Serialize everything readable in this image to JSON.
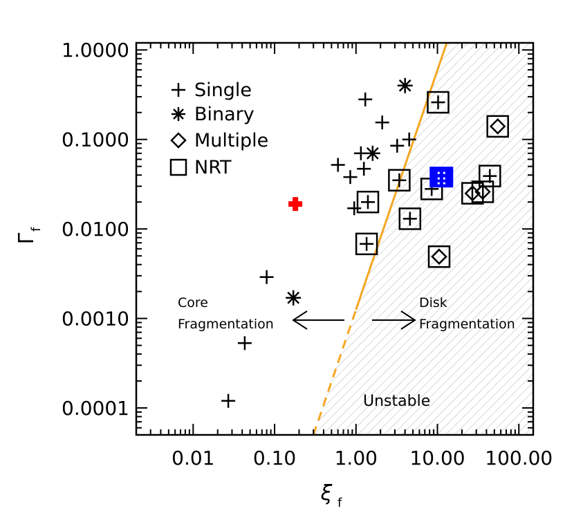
{
  "chart_data": {
    "type": "scatter",
    "xlabel": "ξ",
    "xlabel_sub": "f",
    "ylabel": "Γ",
    "ylabel_sub": "f",
    "x_scale": "log",
    "y_scale": "log",
    "xlim": [
      0.002,
      150
    ],
    "ylim": [
      5e-05,
      1.2
    ],
    "x_ticks": [
      0.01,
      0.1,
      1,
      10,
      100
    ],
    "x_tick_labels": [
      "0.01",
      "0.10",
      "1.00",
      "10.00",
      "100.00"
    ],
    "y_ticks": [
      0.0001,
      0.001,
      0.01,
      0.1,
      1
    ],
    "y_tick_labels": [
      "0.0001",
      "0.0010",
      "0.0100",
      "0.1000",
      "1.0000"
    ],
    "grid": false,
    "legend_position": "top-left",
    "legend": [
      {
        "label": "Single",
        "marker": "plus"
      },
      {
        "label": "Binary",
        "marker": "asterisk"
      },
      {
        "label": "Multiple",
        "marker": "diamond"
      },
      {
        "label": "NRT",
        "marker": "square"
      }
    ],
    "boundary_line": {
      "color": "#f5a623",
      "points": [
        [
          0.3,
          5e-05
        ],
        [
          13,
          1.2
        ]
      ],
      "dash_below_x": 1.0
    },
    "annotations": {
      "core_line1": "Core",
      "core_line2": "Fragmentation",
      "disk_line1": "Disk",
      "disk_line2": "Fragmentation",
      "unstable": "Unstable"
    },
    "series": [
      {
        "name": "Single",
        "marker": "plus",
        "points": [
          [
            0.027,
            0.00012
          ],
          [
            0.043,
            0.00053
          ],
          [
            0.08,
            0.0029
          ],
          [
            0.95,
            0.017
          ],
          [
            0.6,
            0.052
          ],
          [
            0.85,
            0.038
          ],
          [
            1.15,
            0.07
          ],
          [
            1.25,
            0.047
          ],
          [
            1.3,
            0.28
          ],
          [
            2.1,
            0.155
          ],
          [
            3.2,
            0.085
          ],
          [
            4.5,
            0.1
          ]
        ]
      },
      {
        "name": "Binary",
        "marker": "asterisk",
        "points": [
          [
            0.17,
            0.0017
          ],
          [
            1.6,
            0.07
          ],
          [
            4.0,
            0.4
          ]
        ]
      },
      {
        "name": "Single+NRT",
        "marker": "plus-square",
        "points": [
          [
            1.35,
            0.0068
          ],
          [
            1.4,
            0.02
          ],
          [
            3.4,
            0.035
          ],
          [
            4.6,
            0.013
          ],
          [
            8.5,
            0.028
          ],
          [
            10.2,
            0.26
          ],
          [
            44,
            0.039
          ]
        ]
      },
      {
        "name": "Multiple+NRT",
        "marker": "diamond-square",
        "points": [
          [
            10.5,
            0.0049
          ],
          [
            27,
            0.025
          ],
          [
            36,
            0.026
          ],
          [
            55,
            0.14
          ]
        ]
      },
      {
        "name": "Red",
        "marker": "filled-cross",
        "color": "#ff0000",
        "points": [
          [
            0.18,
            0.019
          ]
        ]
      },
      {
        "name": "Blue",
        "marker": "blue-block",
        "color": "#0000ff",
        "points": [
          [
            11.2,
            0.038
          ]
        ]
      }
    ]
  }
}
